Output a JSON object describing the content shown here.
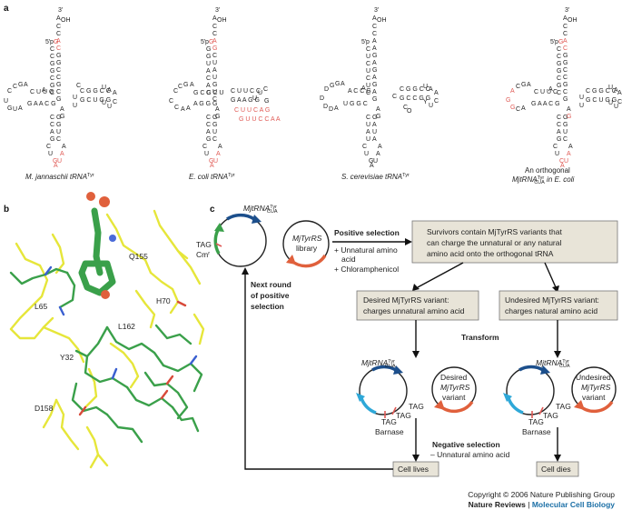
{
  "panels": {
    "a": "a",
    "b": "b",
    "c": "c"
  },
  "trna_captions": {
    "mj": "M. jannaschii tRNA",
    "ec": "E. coli tRNA",
    "sc": "S. cerevisiae tRNA",
    "orth_line1": "An orthogonal",
    "orth_line2": "MjtRNA",
    "orth_tail": " in E. coli",
    "sup_tyr": "Tyr",
    "sup_cua": "CUA"
  },
  "termini": {
    "three": "3'",
    "five": "5'",
    "aoh": "A",
    "oh": "OH"
  },
  "residues": [
    "Q155",
    "H70",
    "L65",
    "L162",
    "Y32",
    "D158"
  ],
  "panel_c": {
    "plasmid_label": "MjtRNA",
    "tag": "TAG",
    "cm": "Cm",
    "cm_sup": "r",
    "library": [
      "MjTyrRS",
      "library"
    ],
    "positive_selection": "Positive selection",
    "conditions": [
      "+ Unnatural amino",
      "acid",
      "+ Chloramphenicol"
    ],
    "survivors": [
      "Survivors contain MjTyrRS variants that",
      "can charge the unnatural or any natural",
      "amino acid onto the orthogonal tRNA"
    ],
    "desired_box": [
      "Desired MjTyrRS variant:",
      "charges unnatural amino acid"
    ],
    "undesired_box": [
      "Undesired MjTyrRS variant:",
      "charges natural amino acid"
    ],
    "next_round": [
      "Next round",
      "of positive",
      "selection"
    ],
    "transform": "Transform",
    "desired_variant": [
      "Desired",
      "MjTyrRS",
      "variant"
    ],
    "undesired_variant": [
      "Undesired",
      "MjTyrRS",
      "variant"
    ],
    "barnase": "Barnase",
    "negative_selection": "Negative selection",
    "neg_condition": "– Unnatural amino acid",
    "cell_lives": "Cell lives",
    "cell_dies": "Cell dies"
  },
  "copyright": {
    "line1": "Copyright © 2006 Nature Publishing Group",
    "nature_reviews": "Nature Reviews",
    "separator": " | ",
    "journal": "Molecular Cell Biology"
  },
  "colors": {
    "red": "#e05a55",
    "yellow": "#e6e63a",
    "green": "#3aa04a",
    "blue": "#1c4f8c",
    "cyan": "#2ea8d8",
    "orange": "#e0603c",
    "box": "#e8e4d8"
  }
}
